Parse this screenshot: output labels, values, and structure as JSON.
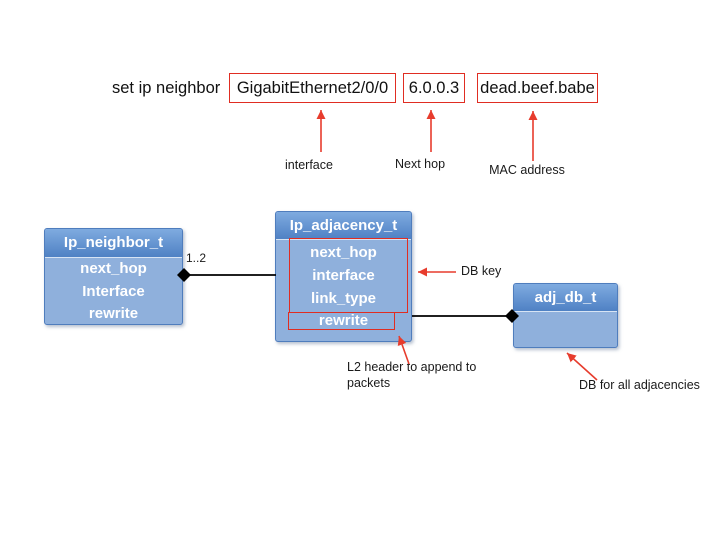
{
  "command": {
    "prefix": "set ip neighbor",
    "args": [
      {
        "value": "GigabitEthernet2/0/0",
        "label": "interface"
      },
      {
        "value": "6.0.0.3",
        "label": "Next hop"
      },
      {
        "value": "dead.beef.babe",
        "label": "MAC address"
      }
    ]
  },
  "diagram": {
    "neighbor": {
      "title": "Ip_neighbor_t",
      "fields": [
        "next_hop",
        "Interface",
        "rewrite"
      ]
    },
    "adjacency": {
      "title": "Ip_adjacency_t",
      "fields": [
        "next_hop",
        "interface",
        "link_type",
        "rewrite"
      ]
    },
    "adj_db": {
      "title": "adj_db_t"
    },
    "multiplicity": "1..2",
    "annotations": {
      "db_key": "DB key",
      "l2_header": "L2 header to append to packets",
      "db_all": "DB for all adjacencies"
    }
  },
  "colors": {
    "box_header_top": "#7fabe0",
    "box_header_bottom": "#4f81c4",
    "box_body": "#8fb0dc",
    "box_border": "#4f7dbd",
    "highlight_red": "#e02d22",
    "arrow_red": "#e73c2d",
    "connector_black": "#000000",
    "background": "#ffffff"
  }
}
